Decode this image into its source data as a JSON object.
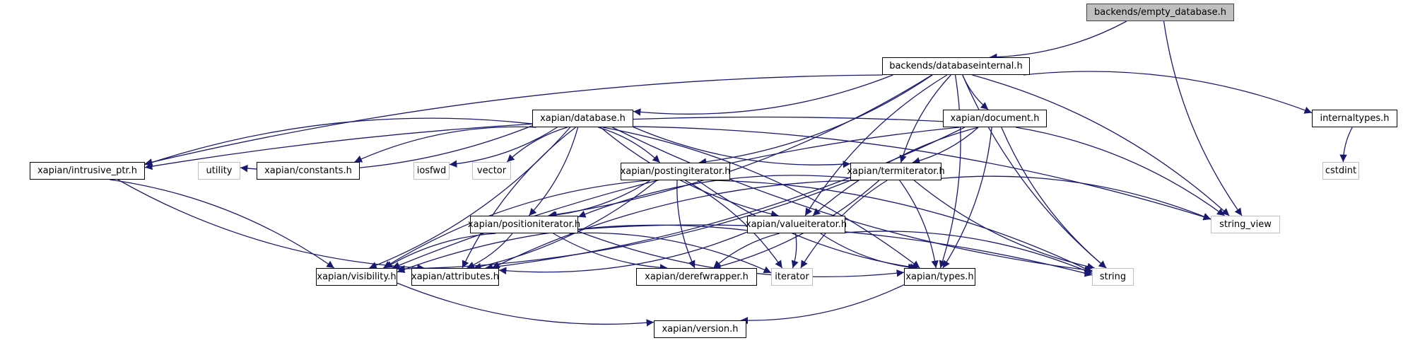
{
  "title": "backends/empty_database.h include dependency graph",
  "colors": {
    "edge": "#191970",
    "root_fill": "#bfbfbf",
    "node_border": "#000000",
    "external_border": "#bfbfbf"
  },
  "nodes": {
    "empty_database": {
      "label": "backends/empty_database.h",
      "kind": "root"
    },
    "databaseinternal": {
      "label": "backends/databaseinternal.h",
      "kind": "internal"
    },
    "database": {
      "label": "xapian/database.h",
      "kind": "internal"
    },
    "document": {
      "label": "xapian/document.h",
      "kind": "internal"
    },
    "internaltypes": {
      "label": "internaltypes.h",
      "kind": "internal"
    },
    "cstdint": {
      "label": "cstdint",
      "kind": "external"
    },
    "intrusive_ptr": {
      "label": "xapian/intrusive_ptr.h",
      "kind": "internal"
    },
    "utility": {
      "label": "utility",
      "kind": "external"
    },
    "constants": {
      "label": "xapian/constants.h",
      "kind": "internal"
    },
    "iosfwd": {
      "label": "iosfwd",
      "kind": "external"
    },
    "vector": {
      "label": "vector",
      "kind": "external"
    },
    "postingiterator": {
      "label": "xapian/postingiterator.h",
      "kind": "internal"
    },
    "termiterator": {
      "label": "xapian/termiterator.h",
      "kind": "internal"
    },
    "string_view": {
      "label": "string_view",
      "kind": "external"
    },
    "positioniterator": {
      "label": "xapian/positioniterator.h",
      "kind": "internal"
    },
    "valueiterator": {
      "label": "xapian/valueiterator.h",
      "kind": "internal"
    },
    "visibility": {
      "label": "xapian/visibility.h",
      "kind": "internal"
    },
    "attributes": {
      "label": "xapian/attributes.h",
      "kind": "internal"
    },
    "derefwrapper": {
      "label": "xapian/derefwrapper.h",
      "kind": "internal"
    },
    "iterator": {
      "label": "iterator",
      "kind": "external"
    },
    "types": {
      "label": "xapian/types.h",
      "kind": "internal"
    },
    "string": {
      "label": "string",
      "kind": "external"
    },
    "version": {
      "label": "xapian/version.h",
      "kind": "internal"
    }
  },
  "edges": [
    [
      "empty_database",
      "databaseinternal"
    ],
    [
      "empty_database",
      "string_view"
    ],
    [
      "databaseinternal",
      "database"
    ],
    [
      "databaseinternal",
      "document"
    ],
    [
      "databaseinternal",
      "internaltypes"
    ],
    [
      "databaseinternal",
      "intrusive_ptr"
    ],
    [
      "databaseinternal",
      "postingiterator"
    ],
    [
      "databaseinternal",
      "termiterator"
    ],
    [
      "databaseinternal",
      "positioniterator"
    ],
    [
      "databaseinternal",
      "valueiterator"
    ],
    [
      "databaseinternal",
      "string_view"
    ],
    [
      "databaseinternal",
      "string"
    ],
    [
      "databaseinternal",
      "types"
    ],
    [
      "database",
      "intrusive_ptr"
    ],
    [
      "database",
      "utility"
    ],
    [
      "database",
      "constants"
    ],
    [
      "database",
      "iosfwd"
    ],
    [
      "database",
      "vector"
    ],
    [
      "database",
      "postingiterator"
    ],
    [
      "database",
      "termiterator"
    ],
    [
      "database",
      "positioniterator"
    ],
    [
      "database",
      "valueiterator"
    ],
    [
      "database",
      "visibility"
    ],
    [
      "database",
      "attributes"
    ],
    [
      "database",
      "types"
    ],
    [
      "database",
      "string"
    ],
    [
      "database",
      "string_view"
    ],
    [
      "document",
      "intrusive_ptr"
    ],
    [
      "document",
      "termiterator"
    ],
    [
      "document",
      "valueiterator"
    ],
    [
      "document",
      "types"
    ],
    [
      "document",
      "string"
    ],
    [
      "document",
      "string_view"
    ],
    [
      "document",
      "visibility"
    ],
    [
      "document",
      "attributes"
    ],
    [
      "internaltypes",
      "cstdint"
    ],
    [
      "intrusive_ptr",
      "visibility"
    ],
    [
      "intrusive_ptr",
      "attributes"
    ],
    [
      "postingiterator",
      "positioniterator"
    ],
    [
      "postingiterator",
      "visibility"
    ],
    [
      "postingiterator",
      "attributes"
    ],
    [
      "postingiterator",
      "derefwrapper"
    ],
    [
      "postingiterator",
      "iterator"
    ],
    [
      "postingiterator",
      "types"
    ],
    [
      "postingiterator",
      "string"
    ],
    [
      "termiterator",
      "positioniterator"
    ],
    [
      "termiterator",
      "visibility"
    ],
    [
      "termiterator",
      "attributes"
    ],
    [
      "termiterator",
      "derefwrapper"
    ],
    [
      "termiterator",
      "iterator"
    ],
    [
      "termiterator",
      "types"
    ],
    [
      "termiterator",
      "string"
    ],
    [
      "termiterator",
      "string_view"
    ],
    [
      "positioniterator",
      "visibility"
    ],
    [
      "positioniterator",
      "attributes"
    ],
    [
      "positioniterator",
      "derefwrapper"
    ],
    [
      "positioniterator",
      "iterator"
    ],
    [
      "positioniterator",
      "types"
    ],
    [
      "positioniterator",
      "string"
    ],
    [
      "valueiterator",
      "visibility"
    ],
    [
      "valueiterator",
      "attributes"
    ],
    [
      "valueiterator",
      "derefwrapper"
    ],
    [
      "valueiterator",
      "iterator"
    ],
    [
      "valueiterator",
      "types"
    ],
    [
      "valueiterator",
      "string"
    ],
    [
      "visibility",
      "version"
    ],
    [
      "types",
      "version"
    ]
  ]
}
